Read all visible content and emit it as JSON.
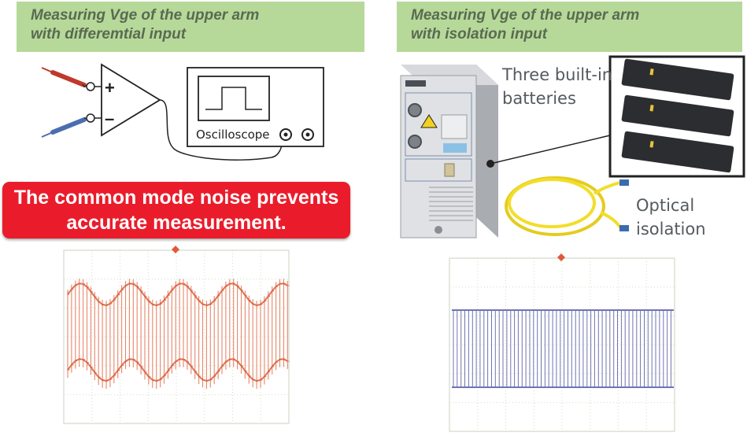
{
  "left_panel": {
    "header": {
      "line1": "Measuring Vge of the upper arm",
      "line2": "with differemtial input"
    },
    "diagram": {
      "plus_symbol": "+",
      "minus_symbol": "–",
      "oscilloscope_label": "Oscilloscope"
    },
    "alert": {
      "line1": "The common mode noise prevents",
      "line2": "accurate measurement."
    },
    "waveform_color": "#e8866a"
  },
  "right_panel": {
    "header": {
      "line1": "Measuring Vge of the upper arm",
      "line2": "with isolation input"
    },
    "batteries_label": {
      "line1": "Three built-in",
      "line2": "batteries"
    },
    "optical_label": {
      "line1": "Optical",
      "line2": "isolation"
    },
    "waveform_color": "#6e74b2"
  },
  "colors": {
    "header_bg": "#b6d99a",
    "header_text": "#5a6a50",
    "alert_bg": "#ea1c2b",
    "probe_red": "#c0392b",
    "probe_blue": "#4a6fb0",
    "fiber_yellow": "#f2de2a"
  }
}
